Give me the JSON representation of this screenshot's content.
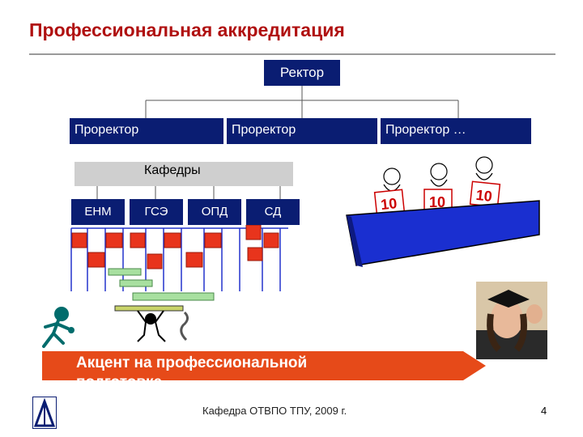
{
  "title": "Профессиональная аккредитация",
  "org_chart": {
    "rector": "Ректор",
    "prorectors": [
      "Проректор",
      "Проректор",
      "Проректор …"
    ]
  },
  "departments": {
    "group_label": "Кафедры",
    "items": [
      "ЕНМ",
      "ГСЭ",
      "ОПД",
      "СД"
    ]
  },
  "jury": {
    "scores": [
      "10",
      "10",
      "10"
    ]
  },
  "accent_arrow": {
    "line1": "Акцент на профессиональной",
    "line2": "подготовке"
  },
  "footer": {
    "text": "Кафедра ОТВПО ТПУ, 2009 г.",
    "page_number": "4"
  },
  "colors": {
    "title": "#b01010",
    "box_fill": "#0a1d72",
    "arrow": "#e64a19",
    "table": "#2233cc",
    "cell_red": "#e8341c"
  }
}
